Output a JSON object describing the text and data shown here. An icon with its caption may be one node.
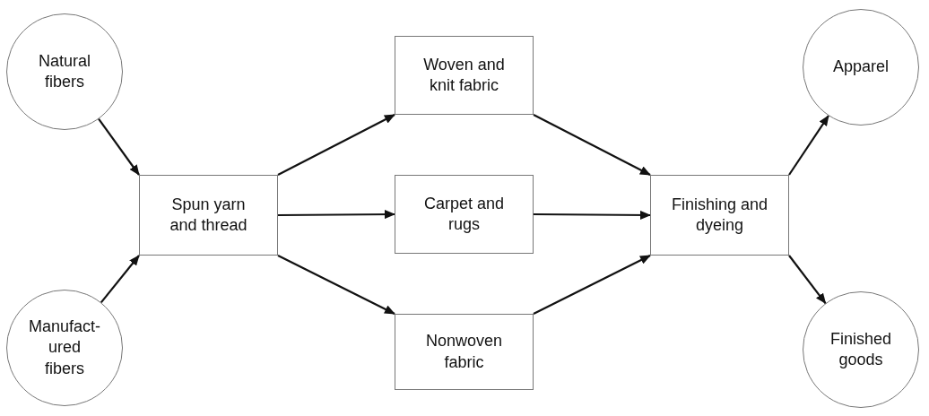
{
  "diagram": {
    "nodes": [
      {
        "text": [
          "Natural fibers"
        ]
      },
      {
        "text": [
          "Manufact- ured fibers"
        ]
      },
      {
        "text": [
          "Spun yarn and thread"
        ]
      },
      {
        "text": [
          "Woven and knit fabric"
        ]
      },
      {
        "text": [
          "Carpet and rugs"
        ]
      },
      {
        "text": [
          "Nonwoven fabric"
        ]
      },
      {
        "text": [
          "Finishing and dyeing"
        ]
      },
      {
        "text": [
          "Apparel"
        ]
      },
      {
        "text": [
          "Finished goods"
        ]
      }
    ],
    "edges": [
      {
        "from": 0,
        "to": 2,
        "arrow": "to"
      },
      {
        "from": 1,
        "to": 2,
        "arrow": "to"
      },
      {
        "from": 2,
        "to": 3,
        "arrow": "to"
      },
      {
        "from": 2,
        "to": 4,
        "arrow": "to"
      },
      {
        "from": 2,
        "to": 5,
        "arrow": "to"
      },
      {
        "from": 3,
        "to": 6,
        "arrow": "to"
      },
      {
        "from": 4,
        "to": 6,
        "arrow": "to"
      },
      {
        "from": 5,
        "to": 6,
        "arrow": "to"
      },
      {
        "from": 6,
        "to": 7,
        "arrow": "to"
      },
      {
        "from": 6,
        "to": 8,
        "arrow": "to"
      }
    ]
  }
}
